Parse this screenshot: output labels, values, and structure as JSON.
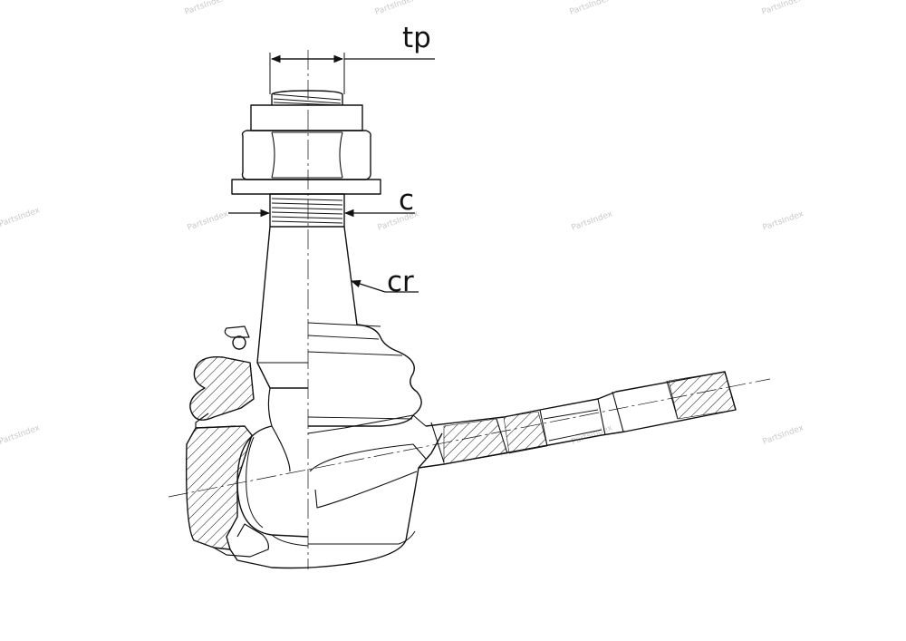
{
  "watermark": "PartsIndex",
  "labels": {
    "tp": "tp",
    "c": "c",
    "cr": "cr"
  },
  "colors": {
    "line": "#111111",
    "watermark": "#c9c9c9",
    "background": "#ffffff"
  }
}
